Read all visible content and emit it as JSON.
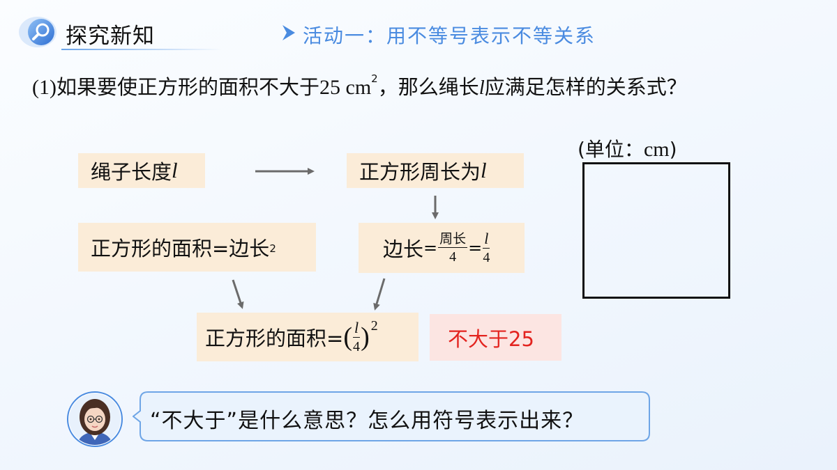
{
  "header": {
    "title": "探究新知",
    "activity": "活动一：用不等号表示不等关系"
  },
  "question": {
    "number": "(1)",
    "text_before": "如果要使正方形的面积不大于",
    "value": "25 cm",
    "superscript": "2",
    "text_middle": "，那么绳长",
    "variable": "l",
    "text_after": "应满足怎样的关系式？"
  },
  "flow": {
    "rope_length": "绳子长度",
    "rope_var": "l",
    "perimeter": "正方形周长为",
    "perimeter_var": "l",
    "area_eq": "正方形的面积=边长",
    "area_eq_sup": "2",
    "side_prefix": "边长",
    "side_frac1_top": "周长",
    "side_frac1_bottom": "4",
    "side_frac2_top": "l",
    "side_frac2_bottom": "4",
    "area_result_prefix": "正方形的面积=",
    "area_result_frac_top": "l",
    "area_result_frac_bottom": "4",
    "area_result_exp": "2",
    "not_greater": "不大于25"
  },
  "figure": {
    "unit_open": "(单位：",
    "unit_value": "cm",
    "unit_close": ")"
  },
  "dialog": {
    "text": "“不大于”是什么意思？怎么用符号表示出来？"
  },
  "colors": {
    "box_fill": "#fbecd8",
    "highlight_fill": "#fce5e2",
    "highlight_text": "#e3241f",
    "accent_blue": "#4a8be0",
    "arrow_gray": "#6b6b6b"
  },
  "icons": {
    "header": "magnifier-icon",
    "activity": "chevron-right-icon",
    "avatar": "teacher-avatar-icon"
  }
}
